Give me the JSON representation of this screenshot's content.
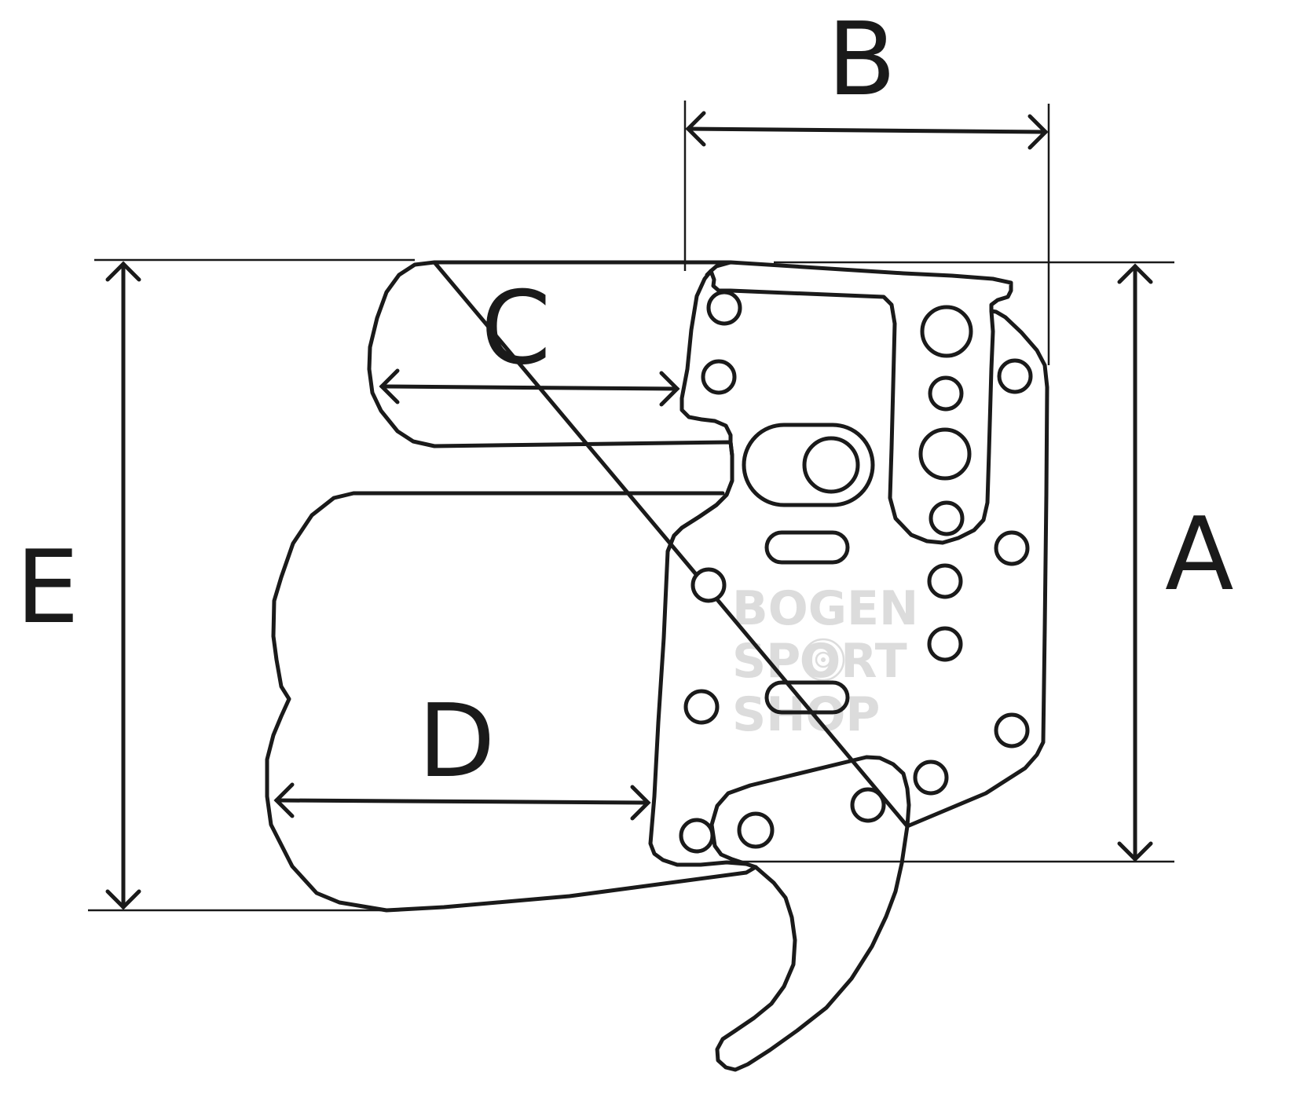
{
  "dimensions": [
    {
      "id": "A",
      "label": "A"
    },
    {
      "id": "B",
      "label": "B"
    },
    {
      "id": "C",
      "label": "C"
    },
    {
      "id": "D",
      "label": "D"
    },
    {
      "id": "E",
      "label": "E"
    }
  ],
  "watermark": {
    "line1": "BOGEN",
    "line2": "SPORT",
    "line3": "SHOP"
  },
  "colors": {
    "stroke": "#1a1a1a",
    "watermark": "#dcdcdc",
    "background": "#ffffff"
  }
}
